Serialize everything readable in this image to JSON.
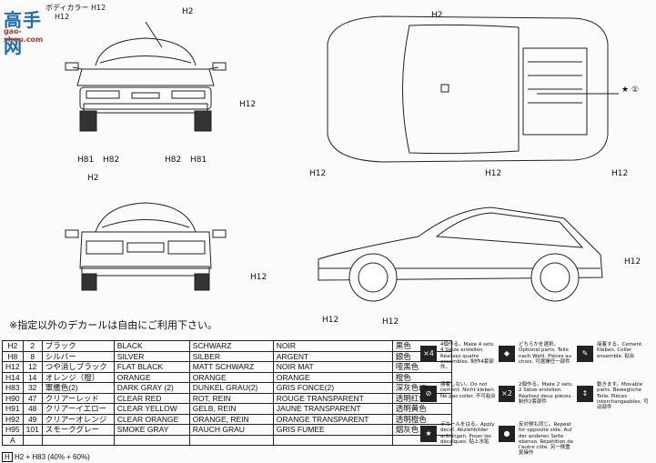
{
  "watermark": {
    "site": "高手网",
    "url": "gao-shou.com"
  },
  "header_callout": {
    "line1": "ボディカラー H12",
    "line2": "H12"
  },
  "callouts": {
    "front_top": "H2",
    "front_left_side": "H12",
    "front_bottom_left": "H81",
    "front_bottom_mid": "H82",
    "front_bottom_right1": "H82",
    "front_bottom_right2": "H81",
    "rear_top": "H2",
    "rear_right": "H12",
    "top_front": "H2",
    "top_bottom_left": "H12",
    "top_bottom_mid": "H12",
    "top_bottom_right": "H12",
    "top_star": "①",
    "side_right": "H12",
    "side_bottom_left": "H12",
    "side_bottom_mid": "H12"
  },
  "note": "※指定以外のデカールは自由にご利用下さい。",
  "color_table": [
    {
      "code": "H2",
      "num": "2",
      "jp": "ブラック",
      "en": "BLACK",
      "de": "SCHWARZ",
      "fr": "NOIR",
      "jp2": "黒色"
    },
    {
      "code": "H8",
      "num": "8",
      "jp": "シルバー",
      "en": "SILVER",
      "de": "SILBER",
      "fr": "ARGENT",
      "jp2": "銀色"
    },
    {
      "code": "H12",
      "num": "12",
      "jp": "つや消しブラック",
      "en": "FLAT BLACK",
      "de": "MATT SCHWARZ",
      "fr": "NOIR MAT",
      "jp2": "哑黑色"
    },
    {
      "code": "H14",
      "num": "14",
      "jp": "オレンジ（橙）",
      "en": "ORANGE",
      "de": "ORANGE",
      "fr": "ORANGE",
      "jp2": "橙色"
    },
    {
      "code": "H83",
      "num": "32",
      "jp": "軍艦色(2)",
      "en": "DARK GRAY (2)",
      "de": "DUNKEL GRAU(2)",
      "fr": "GRIS FONCE(2)",
      "jp2": "深灰色(2)"
    },
    {
      "code": "H90",
      "num": "47",
      "jp": "クリアーレッド",
      "en": "CLEAR RED",
      "de": "ROT, REIN",
      "fr": "ROUGE TRANSPARENT",
      "jp2": "透明红色"
    },
    {
      "code": "H91",
      "num": "48",
      "jp": "クリアーイエロー",
      "en": "CLEAR YELLOW",
      "de": "GELB, REIN",
      "fr": "JAUNE TRANSPARENT",
      "jp2": "透明黄色"
    },
    {
      "code": "H92",
      "num": "49",
      "jp": "クリアーオレンジ",
      "en": "CLEAR ORANGE",
      "de": "ORANGE, REIN",
      "fr": "ORANGE TRANSPARENT",
      "jp2": "透明橙色"
    },
    {
      "code": "H95",
      "num": "101",
      "jp": "スモークグレー",
      "en": "SMOKE GRAY",
      "de": "RAUCH GRAU",
      "fr": "GRIS FUMEE",
      "jp2": "烟灰色"
    },
    {
      "code": "A",
      "num": "",
      "jp": "",
      "en": "",
      "de": "",
      "fr": "",
      "jp2": ""
    }
  ],
  "footnote": {
    "prefix": "H",
    "formula": "H2 + H83 (40% + 60%)"
  },
  "legend": [
    {
      "symbol": "×4",
      "text": "4個作る。Make 4 sets. 4 Sätze erstellen. Réalisez quatre ensembles. 制作4套部件。"
    },
    {
      "symbol": "◆",
      "text": "どちらかを選択。Optional parts. Teile nach Wahl. Pièces au choix. 可選擇任一部件"
    },
    {
      "symbol": "✎",
      "text": "接着する。Cement. Kleben. Coller ensemble. 粘合"
    },
    {
      "symbol": "⊘",
      "text": "接着しない。Do not cement. Nicht kleben. Ne pas coller. 不可粘合"
    },
    {
      "symbol": "×2",
      "text": "2個作る。Make 2 sets. 2 Sätze erstellen. Réalisez deux pièces. 制作2套部件"
    },
    {
      "symbol": "↕",
      "text": "動きます。Movable parts. Bewegliche Teile. Pièces interchangeables. 可动部件"
    },
    {
      "symbol": "★",
      "text": "デカールをはる。Apply decal. Abziehbilder anbringen. Poser les décalques. 贴上水贴"
    },
    {
      "symbol": "●",
      "text": "反対側も同じ。Repeat for opposite side. Auf der anderen Seite ebenso. Répétition de l'autre côté. 另一侧重复操作"
    }
  ]
}
